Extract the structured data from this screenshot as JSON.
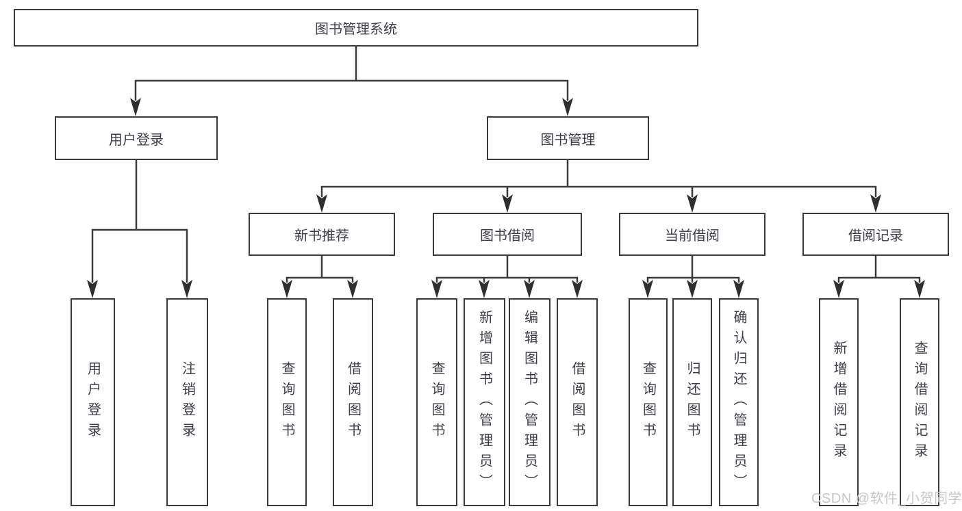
{
  "tree": {
    "root": "图书管理系统",
    "children": [
      {
        "label": "用户登录",
        "children": [
          "用户登录",
          "注销登录"
        ]
      },
      {
        "label": "图书管理",
        "children": [
          {
            "label": "新书推荐",
            "children": [
              "查询图书",
              "借阅图书"
            ]
          },
          {
            "label": "图书借阅",
            "children": [
              "查询图书",
              "新增图书（管理员）",
              "编辑图书（管理员）",
              "借阅图书"
            ]
          },
          {
            "label": "当前借阅",
            "children": [
              "查询图书",
              "归还图书",
              "确认归还（管理员）"
            ]
          },
          {
            "label": "借阅记录",
            "children": [
              "新增借阅记录",
              "查询借阅记录"
            ]
          }
        ]
      }
    ]
  },
  "watermark": {
    "text": "CSDN @软件_小贺同学"
  },
  "colors": {
    "line": "#3a3a3a",
    "box_border": "#3a3a3a",
    "text": "#3e3e46",
    "background": "#ffffff",
    "watermark": "#c7c7c7"
  }
}
